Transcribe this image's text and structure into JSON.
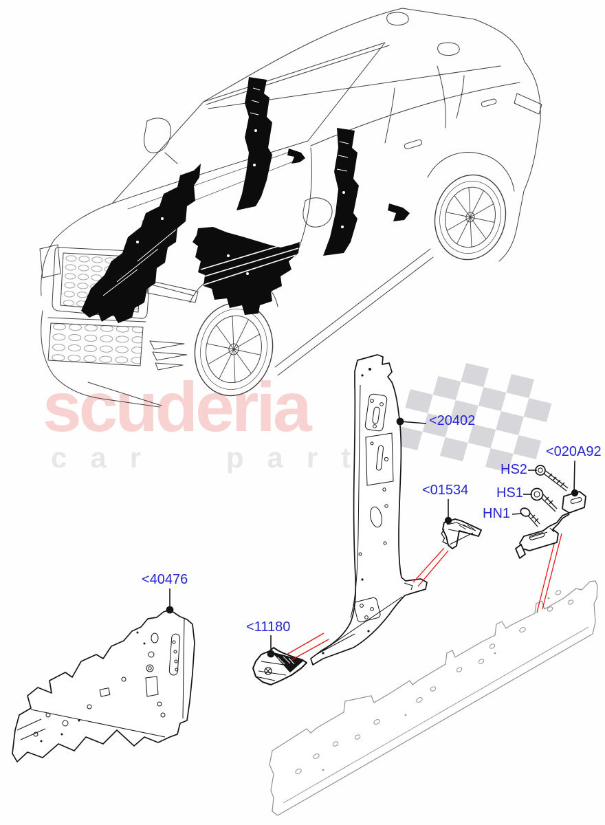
{
  "watermark": {
    "brand": "scuderia",
    "tagline": "car parts",
    "brand_color": "#f8cdcd",
    "tagline_color": "#e7e7e7"
  },
  "colors": {
    "label_blue": "#2525d2",
    "leader_red": "#e51414",
    "callout_black": "#151515",
    "checker_gray": "#d7d7db",
    "sill_gray": "#8f8f94",
    "part_line": "#141414"
  },
  "callouts": [
    {
      "label": "<20402"
    },
    {
      "label": "<020A92"
    },
    {
      "label": "HS2"
    },
    {
      "label": "HS1"
    },
    {
      "label": "HN1"
    },
    {
      "label": "<01534"
    },
    {
      "label": "<40476"
    },
    {
      "label": "<11180"
    }
  ]
}
